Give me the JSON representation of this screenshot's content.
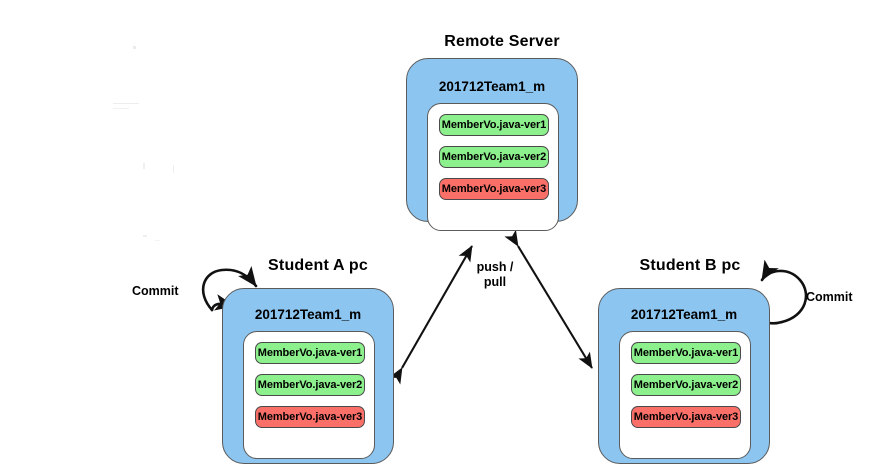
{
  "diagram": {
    "type": "git-workflow",
    "background_color": "#ffffff",
    "palette": {
      "repo_fill": "#8CC5F0",
      "inner_fill": "#ffffff",
      "chip_green": "#8CF08C",
      "chip_red": "#FA7068",
      "stroke": "#5b5b5b",
      "text": "#000000"
    }
  },
  "nodes": [
    {
      "id": "remote-server",
      "title": "Remote Server",
      "repo_label": "201712Team1_m",
      "files": [
        {
          "label": "MemberVo.java-ver1",
          "color": "#8CF08C",
          "state": "green"
        },
        {
          "label": "MemberVo.java-ver2",
          "color": "#8CF08C",
          "state": "green"
        },
        {
          "label": "MemberVo.java-ver3",
          "color": "#FA7068",
          "state": "red"
        }
      ]
    },
    {
      "id": "student-a-pc",
      "title": "Student A pc",
      "repo_label": "201712Team1_m",
      "files": [
        {
          "label": "MemberVo.java-ver1",
          "color": "#8CF08C",
          "state": "green"
        },
        {
          "label": "MemberVo.java-ver2",
          "color": "#8CF08C",
          "state": "green"
        },
        {
          "label": "MemberVo.java-ver3",
          "color": "#FA7068",
          "state": "red"
        }
      ]
    },
    {
      "id": "student-b-pc",
      "title": "Student B pc",
      "repo_label": "201712Team1_m",
      "files": [
        {
          "label": "MemberVo.java-ver1",
          "color": "#8CF08C",
          "state": "green"
        },
        {
          "label": "MemberVo.java-ver2",
          "color": "#8CF08C",
          "state": "green"
        },
        {
          "label": "MemberVo.java-ver3",
          "color": "#FA7068",
          "state": "red"
        }
      ]
    }
  ],
  "edges": [
    {
      "id": "push-pull",
      "label_line1": "push /",
      "label_line2": "pull",
      "from": "student-a-pc",
      "to": "remote-server",
      "style": "double-headed"
    },
    {
      "id": "commit-left",
      "label": "Commit",
      "node": "student-a-pc",
      "style": "self-loop"
    },
    {
      "id": "commit-right",
      "label": "Commit",
      "node": "student-b-pc",
      "style": "self-loop"
    }
  ]
}
